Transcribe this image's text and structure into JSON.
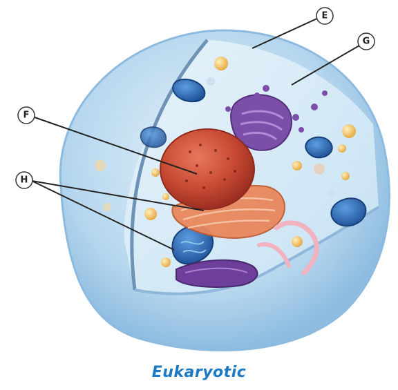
{
  "caption": "Eukaryotic",
  "labels": {
    "e": "E",
    "f": "F",
    "g": "G",
    "h": "H"
  },
  "colors": {
    "cell_fill": "#b9d9ef",
    "cytoplasm": "#d7ebf7",
    "nucleus": "#c84a33",
    "er": "#e8875c",
    "golgi": "#7b4fa8",
    "mitochondria": "#2f6fb8",
    "caption": "#1c79c4"
  }
}
